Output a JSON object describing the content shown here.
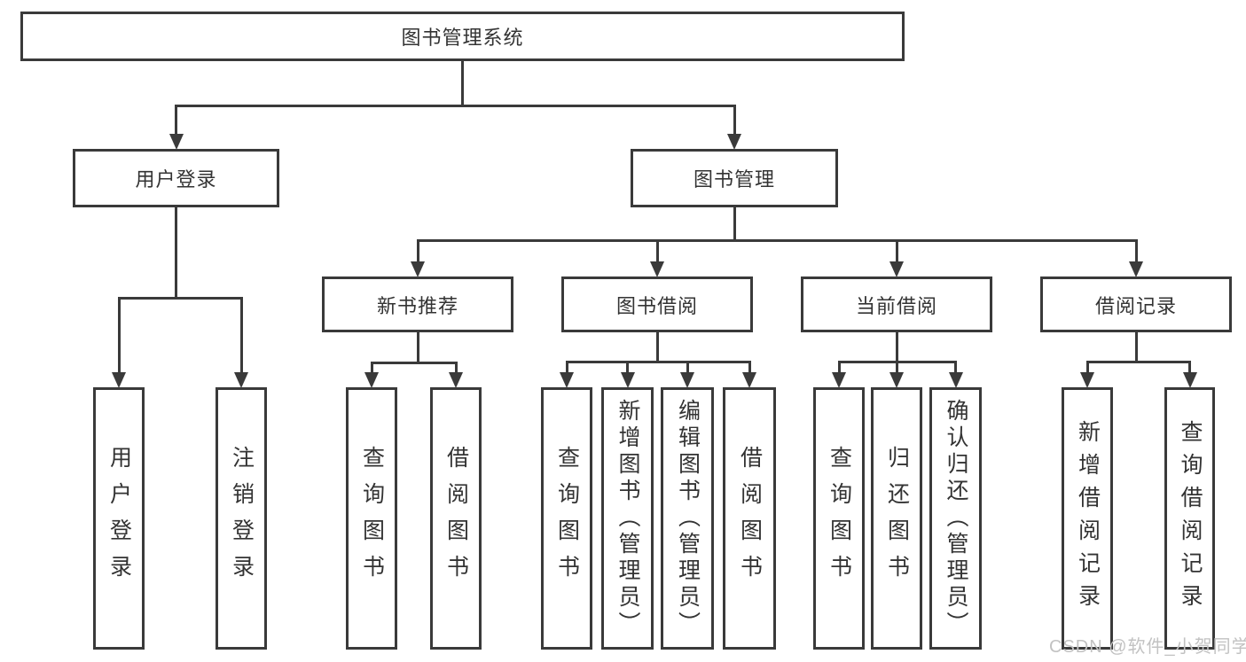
{
  "diagram": {
    "watermark": "CSDN @软件_小贺同学",
    "colors": {
      "line": "#3a3a3a",
      "border": "#333333",
      "text": "#333333",
      "background": "#ffffff",
      "watermark": "#c2c2c2"
    },
    "tree": {
      "id": "root",
      "label": "图书管理系统",
      "children": [
        {
          "id": "user-login",
          "label": "用户登录",
          "children": [
            {
              "id": "login",
              "label": "用户登录"
            },
            {
              "id": "logout",
              "label": "注销登录"
            }
          ]
        },
        {
          "id": "book-mgmt",
          "label": "图书管理",
          "children": [
            {
              "id": "new-book",
              "label": "新书推荐",
              "children": [
                {
                  "id": "nb-query",
                  "label": "查询图书"
                },
                {
                  "id": "nb-borrow",
                  "label": "借阅图书"
                }
              ]
            },
            {
              "id": "book-borrow",
              "label": "图书借阅",
              "children": [
                {
                  "id": "bb-query",
                  "label": "查询图书"
                },
                {
                  "id": "bb-add",
                  "label": "新增图书（管理员）"
                },
                {
                  "id": "bb-edit",
                  "label": "编辑图书（管理员）"
                },
                {
                  "id": "bb-borrow",
                  "label": "借阅图书"
                }
              ]
            },
            {
              "id": "current-borrow",
              "label": "当前借阅",
              "children": [
                {
                  "id": "cb-query",
                  "label": "查询图书"
                },
                {
                  "id": "cb-return",
                  "label": "归还图书"
                },
                {
                  "id": "cb-confirm",
                  "label": "确认归还（管理员）"
                }
              ]
            },
            {
              "id": "borrow-record",
              "label": "借阅记录",
              "children": [
                {
                  "id": "br-add",
                  "label": "新增借阅记录"
                },
                {
                  "id": "br-query",
                  "label": "查询借阅记录"
                }
              ]
            }
          ]
        }
      ]
    }
  }
}
